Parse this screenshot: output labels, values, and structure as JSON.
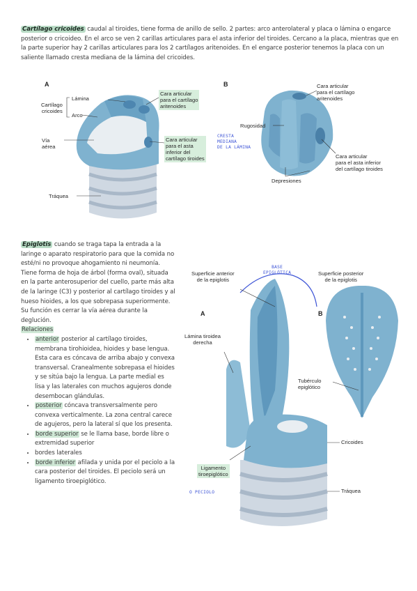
{
  "cricoides": {
    "title": "Cartílago cricoides",
    "text": "caudal al tiroides, tiene forma de anillo de sello. 2 partes: arco anterolateral y placa o lámina o engarce posterior o cricoideo. En el arco se ven 2 carillas articulares para el asta inferior del tiroides. Cercano a la placa,  mientras que en la parte superior hay 2 carillas articulares para los 2 cartílagos aritenoides. En el engarce posterior tenemos la placa con un saliente llamado cresta mediana de la lámina del cricoides.",
    "figA": {
      "letter": "A",
      "lamina": "Lámina",
      "cartilago": "Cartílago\ncricoides",
      "arco": "Arco",
      "via": "Vía aérea",
      "traquea": "Tráquea",
      "cara_aritenoides": "Cara articular\npara el cartílago\naritenoides",
      "cara_asta": "Cara articular\npara el asta\ninferior del\ncartílago tiroides"
    },
    "figB": {
      "letter": "B",
      "rugosidad": "Rugosidad",
      "cresta": "CRESTA\nMEDIANA\nDE LA LÁMINA",
      "depresiones": "Depresiones",
      "cara_aritenoides": "Cara articular\npara el cartílago\naritenoides",
      "cara_asta": "Cara articular\npara el asta inferior\ndel cartílago tiroides"
    }
  },
  "epiglotis": {
    "title": "Epiglotis",
    "text": "cuando se traga tapa la entrada a la laringe o aparato respiratorio para que la comida no esté/ni no provoque ahogamiento ni neumonía. Tiene forma de hoja de árbol (forma oval), situada en la parte anterosuperior del cuello, parte más alta de la laringe (C3) y posterior al cartílago tiroides y al hueso hioides, a los que sobrepasa superiormente. Su función es cerrar la vía aérea durante la deglución.",
    "relaciones": "Relaciones",
    "items": [
      {
        "key": "anterior",
        "text": "posterior al cartílago tiroides, membrana tirohioidea, hioides y base lengua. Esta cara es cóncava de arriba abajo y convexa transversal. Cranealmente sobrepasa el hioides y se sitúa bajo la lengua. La parte medial es lisa y las laterales con muchos agujeros donde desembocan glándulas."
      },
      {
        "key": "posterior",
        "text": "cóncava transversalmente pero convexa verticalmente. La zona central carece de agujeros, pero la lateral sí que los presenta."
      },
      {
        "key": "borde superior",
        "text": "se le llama base, borde libre o extremidad superior"
      },
      {
        "key": "",
        "text": "bordes laterales"
      },
      {
        "key": "borde inferior",
        "text": "afilada y unida por el peciolo a la cara posterior del tiroides. El peciolo será un ligamento tiroepiglótico."
      }
    ],
    "figure": {
      "sup_anterior": "Superficie anterior\nde la epiglotis",
      "base": "BASE\nEPIGLÓTICA",
      "sup_posterior": "Superficie posterior\nde la epiglotis",
      "letterA": "A",
      "letterB": "B",
      "lamina_tiroidea": "Lámina tiroidea\nderecha",
      "tuberculo": "Tubérculo\nepiglótico",
      "cricoides": "Cricoides",
      "ligamento": "Ligamento\ntiroepiglótico",
      "peciolo": "O PECIOLO",
      "traquea": "Tráquea"
    }
  },
  "colors": {
    "highlight": "#b9dcc6",
    "cartilage": "#7fb2cf",
    "annot_blue": "#3d54d6"
  }
}
